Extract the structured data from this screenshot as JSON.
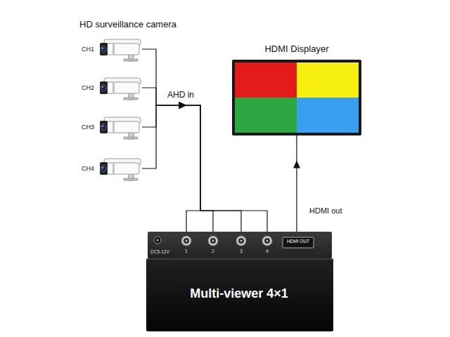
{
  "diagram": {
    "nodes": [
      {
        "text": [
          "CH1"
        ]
      },
      {
        "text": [
          "CH2"
        ]
      },
      {
        "text": [
          "CH3"
        ]
      },
      {
        "text": [
          "CH4"
        ]
      },
      {
        "text": [
          "HDMI Displayer"
        ]
      },
      {
        "text": [
          "DC5-12V",
          "1",
          "2",
          "3",
          "4",
          "HDMI OUT"
        ]
      },
      {
        "text": [
          "Multi-viewer 4×1"
        ]
      }
    ],
    "edges": [
      {
        "from": 0,
        "to": 5,
        "arrow": "to"
      },
      {
        "from": 1,
        "to": 5,
        "arrow": "to"
      },
      {
        "from": 2,
        "to": 5,
        "arrow": "to"
      },
      {
        "from": 3,
        "to": 5,
        "arrow": "to"
      },
      {
        "from": 5,
        "to": 4,
        "label": "HDMI out",
        "arrow": "to"
      }
    ],
    "labels": [
      "HD surveillance camera",
      "AHD in"
    ]
  }
}
